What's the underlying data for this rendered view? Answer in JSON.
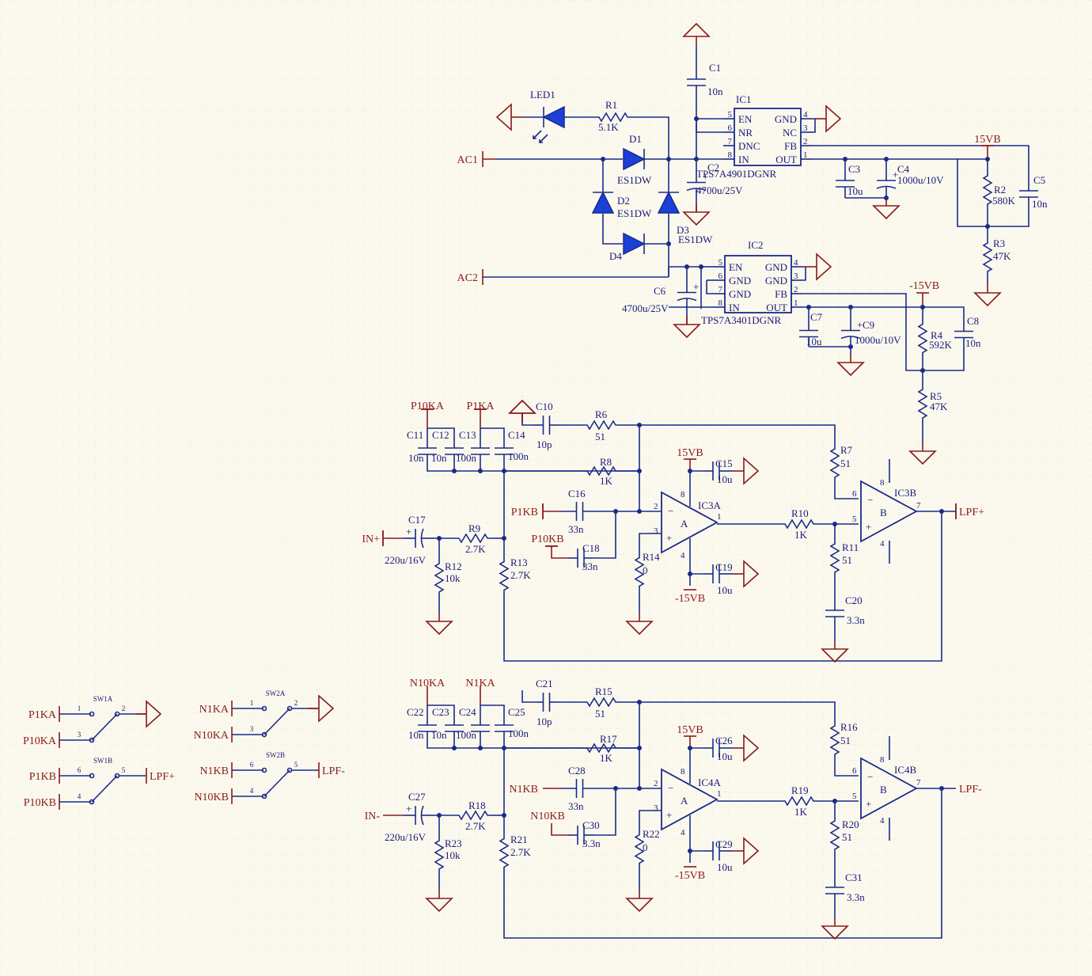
{
  "grid": {
    "color": "#e8e2cf"
  },
  "colors": {
    "wire": "#1a2a8a",
    "power": "#8a1a1a",
    "background": "#fbf9ee",
    "diode_fill": "#1a40d8"
  },
  "power_nets": {
    "ac1": "AC1",
    "ac2": "AC2",
    "v15a": "15VB",
    "vm15a": "-15VB",
    "v15b": "15VB",
    "vm15b": "-15VB",
    "v15c": "15VB",
    "vm15c": "-15VB",
    "v15d": "15VB",
    "vm15d": "-15VB"
  },
  "rectifier": {
    "led1": "LED1",
    "r1": {
      "ref": "R1",
      "value": "5.1K"
    },
    "d1": {
      "ref": "D1",
      "value": "ES1DW"
    },
    "d2": {
      "ref": "D2",
      "value": "ES1DW"
    },
    "d3": {
      "ref": "D3",
      "value": "ES1DW"
    },
    "d4": {
      "ref": "D4"
    }
  },
  "ic1": {
    "ref": "IC1",
    "part": "TPS7A4901DGNR",
    "left_pins": [
      {
        "no": "5",
        "name": "EN"
      },
      {
        "no": "6",
        "name": "NR"
      },
      {
        "no": "7",
        "name": "DNC"
      },
      {
        "no": "8",
        "name": "IN"
      }
    ],
    "right_pins": [
      {
        "no": "4",
        "name": "GND"
      },
      {
        "no": "3",
        "name": "NC"
      },
      {
        "no": "2",
        "name": "FB"
      },
      {
        "no": "1",
        "name": "OUT"
      }
    ]
  },
  "ic2": {
    "ref": "IC2",
    "part": "TPS7A3401DGNR",
    "left_pins": [
      {
        "no": "5",
        "name": "EN"
      },
      {
        "no": "6",
        "name": "GND"
      },
      {
        "no": "7",
        "name": "GND"
      },
      {
        "no": "8",
        "name": "IN"
      }
    ],
    "right_pins": [
      {
        "no": "4",
        "name": "GND"
      },
      {
        "no": "3",
        "name": "GND"
      },
      {
        "no": "2",
        "name": "FB"
      },
      {
        "no": "1",
        "name": "OUT"
      }
    ]
  },
  "psu_parts": {
    "c1": {
      "ref": "C1",
      "value": "10n"
    },
    "c2": {
      "ref": "C2",
      "value": "4700u/25V"
    },
    "c3": {
      "ref": "C3",
      "value": "10u"
    },
    "c4": {
      "ref": "C4",
      "value": "1000u/10V"
    },
    "c5": {
      "ref": "C5",
      "value": "10n"
    },
    "r2": {
      "ref": "R2",
      "value": "580K"
    },
    "r3": {
      "ref": "R3",
      "value": "47K"
    },
    "c6": {
      "ref": "C6",
      "value": "4700u/25V"
    },
    "c7": {
      "ref": "C7",
      "value": "10u"
    },
    "c8": {
      "ref": "C8",
      "value": "10n"
    },
    "c9": {
      "ref": "C9",
      "value": "1000u/10V"
    },
    "r4": {
      "ref": "R4",
      "value": "592K"
    },
    "r5": {
      "ref": "R5",
      "value": "47K"
    }
  },
  "filter_a": {
    "nets": {
      "p10ka": "P10KA",
      "p1ka": "P1KA",
      "p1kb": "P1KB",
      "p10kb": "P10KB",
      "in": "IN+",
      "out": "LPF+"
    },
    "c10": {
      "ref": "C10",
      "value": "10p"
    },
    "r6": {
      "ref": "R6",
      "value": "51"
    },
    "c11": {
      "ref": "C11",
      "value": "10n"
    },
    "c12": {
      "ref": "C12",
      "value": "10n"
    },
    "c13": {
      "ref": "C13",
      "value": "100n"
    },
    "c14": {
      "ref": "C14",
      "value": "100n"
    },
    "r8": {
      "ref": "R8",
      "value": "1K"
    },
    "c15": {
      "ref": "C15",
      "value": "10u"
    },
    "c16": {
      "ref": "C16",
      "value": "33n"
    },
    "c17": {
      "ref": "C17",
      "value": "220u/16V"
    },
    "r9": {
      "ref": "R9",
      "value": "2.7K"
    },
    "r12": {
      "ref": "R12",
      "value": "10k"
    },
    "r13": {
      "ref": "R13",
      "value": "2.7K"
    },
    "c18": {
      "ref": "C18",
      "value": "33n"
    },
    "r14": {
      "ref": "R14",
      "value": "0"
    },
    "c19": {
      "ref": "C19",
      "value": "10u"
    },
    "r7": {
      "ref": "R7",
      "value": "51"
    },
    "r10": {
      "ref": "R10",
      "value": "1K"
    },
    "r11": {
      "ref": "R11",
      "value": "51"
    },
    "c20": {
      "ref": "C20",
      "value": "3.3n"
    },
    "opa": {
      "ref": "IC3A",
      "unit": "A"
    },
    "opb": {
      "ref": "IC3B",
      "unit": "B"
    }
  },
  "filter_b": {
    "nets": {
      "p10ka": "N10KA",
      "p1ka": "N1KA",
      "p1kb": "N1KB",
      "p10kb": "N10KB",
      "in": "IN-",
      "out": "LPF-"
    },
    "c10": {
      "ref": "C21",
      "value": "10p"
    },
    "r6": {
      "ref": "R15",
      "value": "51"
    },
    "c11": {
      "ref": "C22",
      "value": "10n"
    },
    "c12": {
      "ref": "C23",
      "value": "10n"
    },
    "c13": {
      "ref": "C24",
      "value": "100n"
    },
    "c14": {
      "ref": "C25",
      "value": "100n"
    },
    "r8": {
      "ref": "R17",
      "value": "1K"
    },
    "c15": {
      "ref": "C26",
      "value": "10u"
    },
    "c16": {
      "ref": "C28",
      "value": "33n"
    },
    "c17": {
      "ref": "C27",
      "value": "220u/16V"
    },
    "r9": {
      "ref": "R18",
      "value": "2.7K"
    },
    "r12": {
      "ref": "R23",
      "value": "10k"
    },
    "r13": {
      "ref": "R21",
      "value": "2.7K"
    },
    "c18": {
      "ref": "C30",
      "value": "3.3n"
    },
    "r14": {
      "ref": "R22",
      "value": "0"
    },
    "c19": {
      "ref": "C29",
      "value": "10u"
    },
    "r7": {
      "ref": "R16",
      "value": "51"
    },
    "r10": {
      "ref": "R19",
      "value": "1K"
    },
    "r11": {
      "ref": "R20",
      "value": "51"
    },
    "c20": {
      "ref": "C31",
      "value": "3.3n"
    },
    "opa": {
      "ref": "IC4A",
      "unit": "A"
    },
    "opb": {
      "ref": "IC4B",
      "unit": "B"
    }
  },
  "switches": [
    {
      "ref": "SW1A",
      "a": "P1KA",
      "b": "P10KA",
      "pa": "1",
      "pb": "3",
      "pc": "2",
      "out": ""
    },
    {
      "ref": "SW1B",
      "a": "P1KB",
      "b": "P10KB",
      "pa": "6",
      "pb": "4",
      "pc": "5",
      "out": "LPF+"
    },
    {
      "ref": "SW2A",
      "a": "N1KA",
      "b": "N10KA",
      "pa": "1",
      "pb": "3",
      "pc": "2",
      "out": ""
    },
    {
      "ref": "SW2B",
      "a": "N1KB",
      "b": "N10KB",
      "pa": "6",
      "pb": "4",
      "pc": "5",
      "out": "LPF-"
    }
  ]
}
